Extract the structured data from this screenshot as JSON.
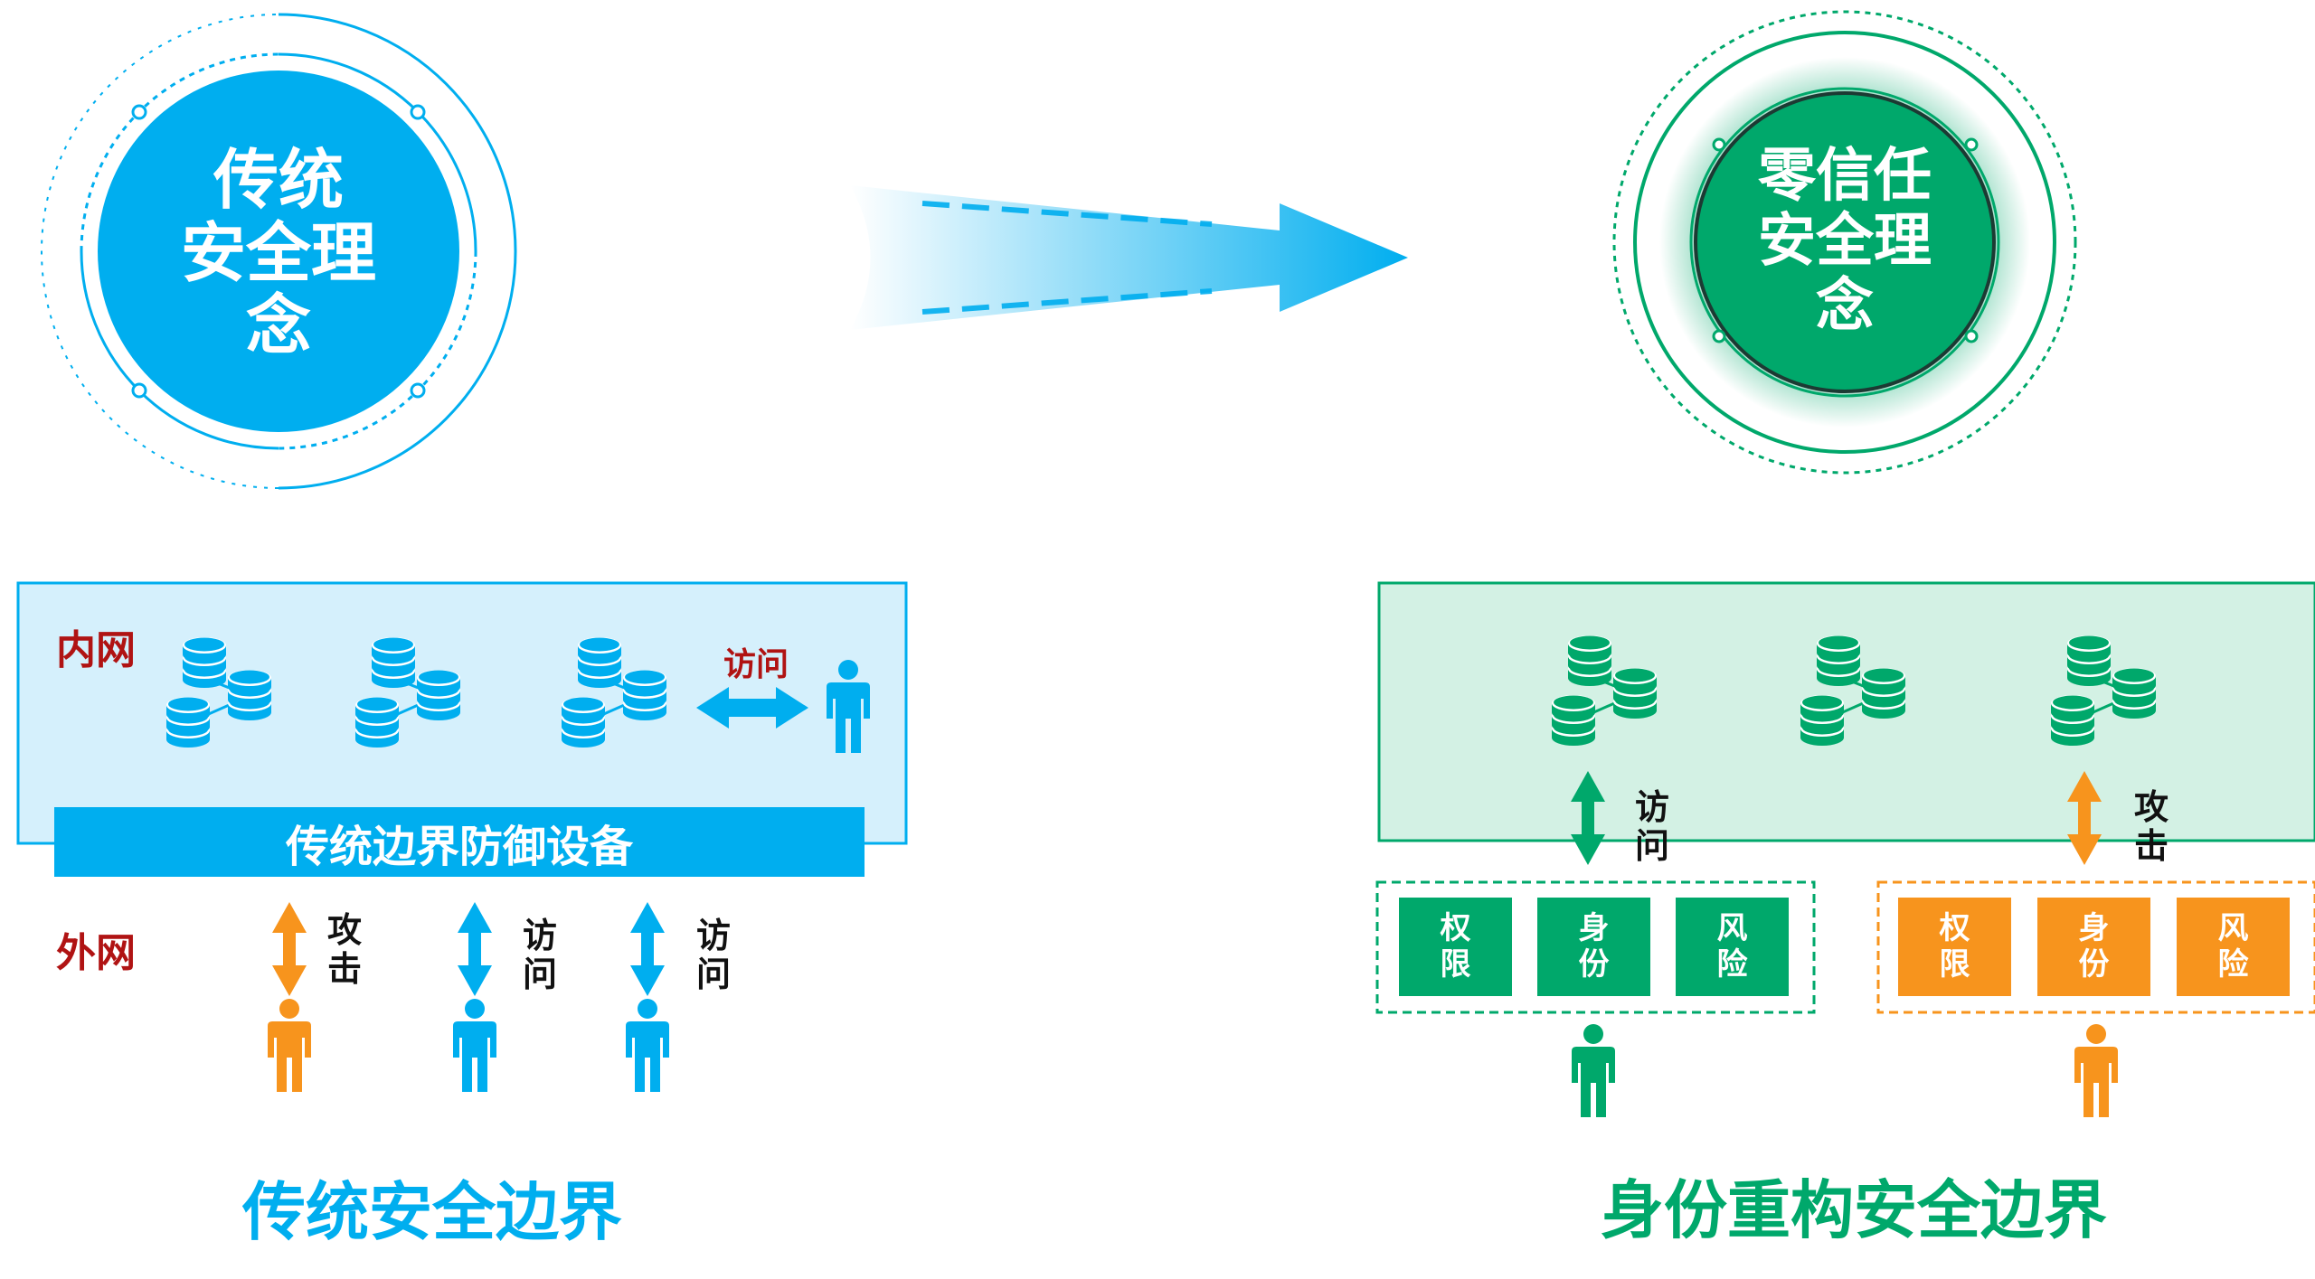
{
  "left_circle": {
    "line1": "传统",
    "line2": "安全理",
    "line3": "念"
  },
  "right_circle": {
    "line1": "零信任",
    "line2": "安全理",
    "line3": "念"
  },
  "left_panel": {
    "inner_label": "内网",
    "outer_label": "外网",
    "inner_access": "访问",
    "boundary_bar": "传统边界防御设备",
    "arrow1": {
      "c1": "攻",
      "c2": "击"
    },
    "arrow2": {
      "c1": "访",
      "c2": "问"
    },
    "arrow3": {
      "c1": "访",
      "c2": "问"
    },
    "caption": "传统安全边界"
  },
  "right_panel": {
    "access": {
      "c1": "访",
      "c2": "问"
    },
    "attack": {
      "c1": "攻",
      "c2": "击"
    },
    "green_boxes": [
      {
        "c1": "权",
        "c2": "限"
      },
      {
        "c1": "身",
        "c2": "份"
      },
      {
        "c1": "风",
        "c2": "险"
      }
    ],
    "orange_boxes": [
      {
        "c1": "权",
        "c2": "限"
      },
      {
        "c1": "身",
        "c2": "份"
      },
      {
        "c1": "风",
        "c2": "险"
      }
    ],
    "caption": "身份重构安全边界"
  },
  "colors": {
    "blue": "#00aeef",
    "green": "#00a86b",
    "orange": "#f7941d",
    "red": "#b01313",
    "light_blue_bg": "#d5f0fc",
    "light_green_bg": "#d3f1e4"
  }
}
